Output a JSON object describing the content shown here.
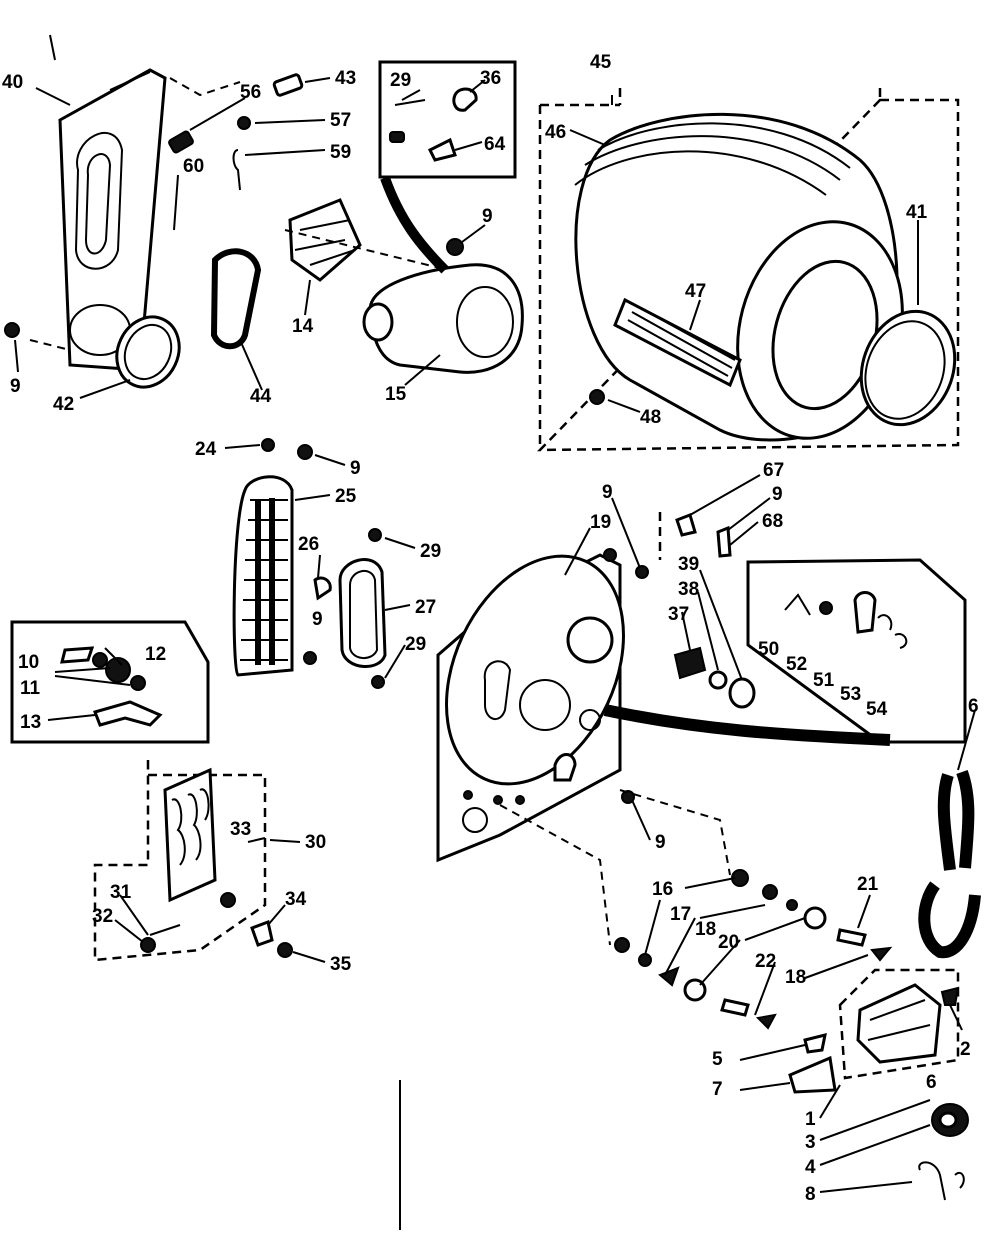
{
  "labels": {
    "l40": "40",
    "l43": "43",
    "l56": "56",
    "l57": "57",
    "l59": "59",
    "l60": "60",
    "l29a": "29",
    "l36": "36",
    "l64": "64",
    "l9a": "9",
    "l45": "45",
    "l46": "46",
    "l41": "41",
    "l47": "47",
    "l48": "48",
    "l14": "14",
    "l15": "15",
    "l9b": "9",
    "l42": "42",
    "l44": "44",
    "l24": "24",
    "l9c": "9",
    "l25": "25",
    "l26": "26",
    "l29b": "29",
    "l27": "27",
    "l9d": "9",
    "l29c": "29",
    "l10": "10",
    "l12": "12",
    "l11": "11",
    "l13": "13",
    "l33": "33",
    "l30": "30",
    "l31": "31",
    "l32": "32",
    "l34": "34",
    "l35": "35",
    "l9e": "9",
    "l19": "19",
    "l67": "67",
    "l9f": "9",
    "l68": "68",
    "l39": "39",
    "l38": "38",
    "l37": "37",
    "l50": "50",
    "l52": "52",
    "l51": "51",
    "l53": "53",
    "l54": "54",
    "l6": "6",
    "l9g": "9",
    "l16": "16",
    "l17": "17",
    "l18a": "18",
    "l20": "20",
    "l21": "21",
    "l22": "22",
    "l18b": "18",
    "l2": "2",
    "l5": "5",
    "l7": "7",
    "l1": "1",
    "l6b": "6",
    "l3": "3",
    "l4": "4",
    "l8": "8"
  }
}
